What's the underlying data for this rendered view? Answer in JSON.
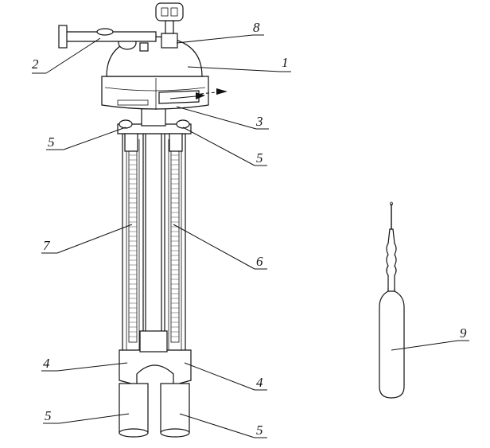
{
  "callouts": [
    {
      "id": "c1",
      "text": "1"
    },
    {
      "id": "c2",
      "text": "2"
    },
    {
      "id": "c3",
      "text": "3"
    },
    {
      "id": "c4a",
      "text": "4"
    },
    {
      "id": "c4b",
      "text": "4"
    },
    {
      "id": "c5a",
      "text": "5"
    },
    {
      "id": "c5b",
      "text": "5"
    },
    {
      "id": "c5c",
      "text": "5"
    },
    {
      "id": "c5d",
      "text": "5"
    },
    {
      "id": "c6",
      "text": "6"
    },
    {
      "id": "c7",
      "text": "7"
    },
    {
      "id": "c8",
      "text": "8"
    },
    {
      "id": "c9",
      "text": "9"
    }
  ],
  "colors": {
    "line": "#111111",
    "background": "#ffffff"
  }
}
